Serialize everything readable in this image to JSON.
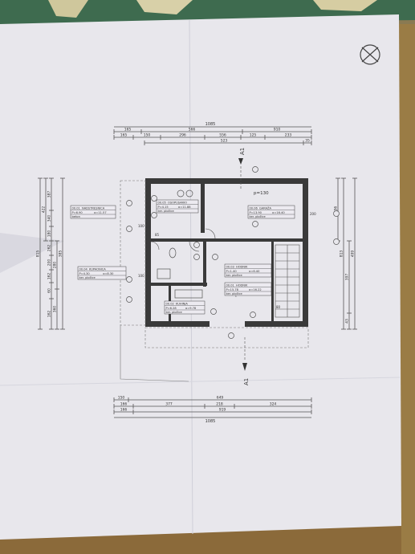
{
  "palette": {
    "paper": "#e8e7ec",
    "wall": "#3a3a3a",
    "line": "#555555",
    "table_background": "#3e6b4f"
  },
  "north_symbol": "north-arrow-icon",
  "section_marker": {
    "label": "A1"
  },
  "stair_label": "p=130",
  "dimensions": {
    "top": {
      "overall": "1085",
      "row2": [
        "165",
        "566",
        "910"
      ],
      "row3": [
        "165",
        "150",
        "296",
        "556",
        "125",
        "233"
      ],
      "row4": [
        "523",
        "35"
      ]
    },
    "bottom": {
      "row1": [
        "150",
        "649"
      ],
      "row2": [
        "166",
        "377",
        "218",
        "324"
      ],
      "row3": [
        "166",
        "919"
      ],
      "overall": "1085"
    },
    "left": [
      "422",
      "815",
      "387",
      "340",
      "180",
      "262",
      "200",
      "162",
      "60",
      "162",
      "280",
      "360",
      "385",
      "35"
    ],
    "right": [
      "256",
      "813",
      "397",
      "499",
      "43"
    ]
  },
  "rooms": [
    {
      "id": "nadstresnica",
      "code": "00.01",
      "name": "NADSTRESNICA",
      "area": "P=6.90",
      "perimeter": "o=11.57",
      "floor": "beton"
    },
    {
      "id": "ostava",
      "code": "00.05",
      "name": "OSOPUSARIO",
      "area": "P=4.15",
      "perimeter": "o=11.88",
      "floor": "ker. pločice"
    },
    {
      "id": "garaza",
      "code": "00.06",
      "name": "GARAŽA",
      "area": "P=13.90",
      "perimeter": "o=16.40",
      "floor": "ker. pločice"
    },
    {
      "id": "kupaonica",
      "code": "00.04",
      "name": "KUPAONICA",
      "area": "P=4.30",
      "perimeter": "o=8.30",
      "floor": "ker. pločice"
    },
    {
      "id": "hodnik-1",
      "code": "00.03",
      "name": "HODNIK",
      "area": "P=1.40",
      "perimeter": "o=6.40",
      "floor": "ker. pločice"
    },
    {
      "id": "hodnik-2",
      "code": "00.01",
      "name": "HODNIK",
      "area": "P=15.78",
      "perimeter": "o=16.22",
      "floor": "ker. pločice"
    },
    {
      "id": "kuhinja",
      "code": "00.02",
      "name": "KUHINJA",
      "area": "P=6.28",
      "perimeter": "o=9.78",
      "floor": "ker. pločice"
    }
  ],
  "wall_labels": [
    "100",
    "100",
    "80",
    "200",
    "85"
  ]
}
